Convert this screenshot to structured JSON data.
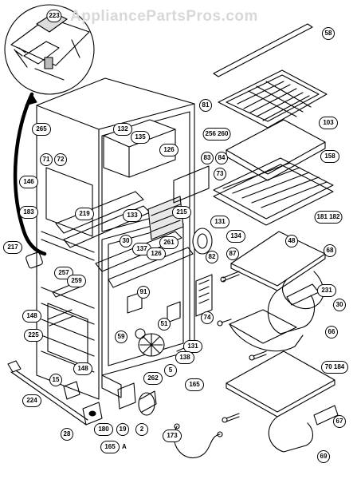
{
  "watermark": "AppliancePartsPros.com",
  "labels": {
    "l223": "223",
    "l58": "58",
    "l81": "81",
    "l103": "103",
    "l265": "265",
    "l132": "132",
    "l135": "135",
    "l126a": "126",
    "l256_260": "256 260",
    "l83": "83",
    "l84": "84",
    "l73": "73",
    "l158": "158",
    "l71": "71",
    "l72": "72",
    "l146": "146",
    "l183": "183",
    "l219": "219",
    "l133": "133",
    "l215": "215",
    "l131a": "131",
    "l181_182": "181 182",
    "l261": "261",
    "l134": "134",
    "l30a": "30",
    "l48": "48",
    "l217": "217",
    "l137": "137",
    "l126b": "126",
    "l82": "82",
    "l87": "87",
    "l68": "68",
    "l257": "257",
    "l259": "259",
    "l231": "231",
    "l91": "91",
    "l30b": "30",
    "l148a": "148",
    "l74": "74",
    "l225": "225",
    "l51": "51",
    "l66": "66",
    "l59": "59",
    "l131b": "131",
    "l138": "138",
    "l5": "5",
    "l70_184": "70 184",
    "l148b": "148",
    "l262": "262",
    "l165a": "165",
    "l15": "15",
    "l224": "224",
    "l67": "67",
    "l28": "28",
    "l180": "180",
    "l19": "19",
    "l2": "2",
    "l165b": "165",
    "l165b_suffix": "A",
    "l173": "173",
    "l69": "69"
  }
}
